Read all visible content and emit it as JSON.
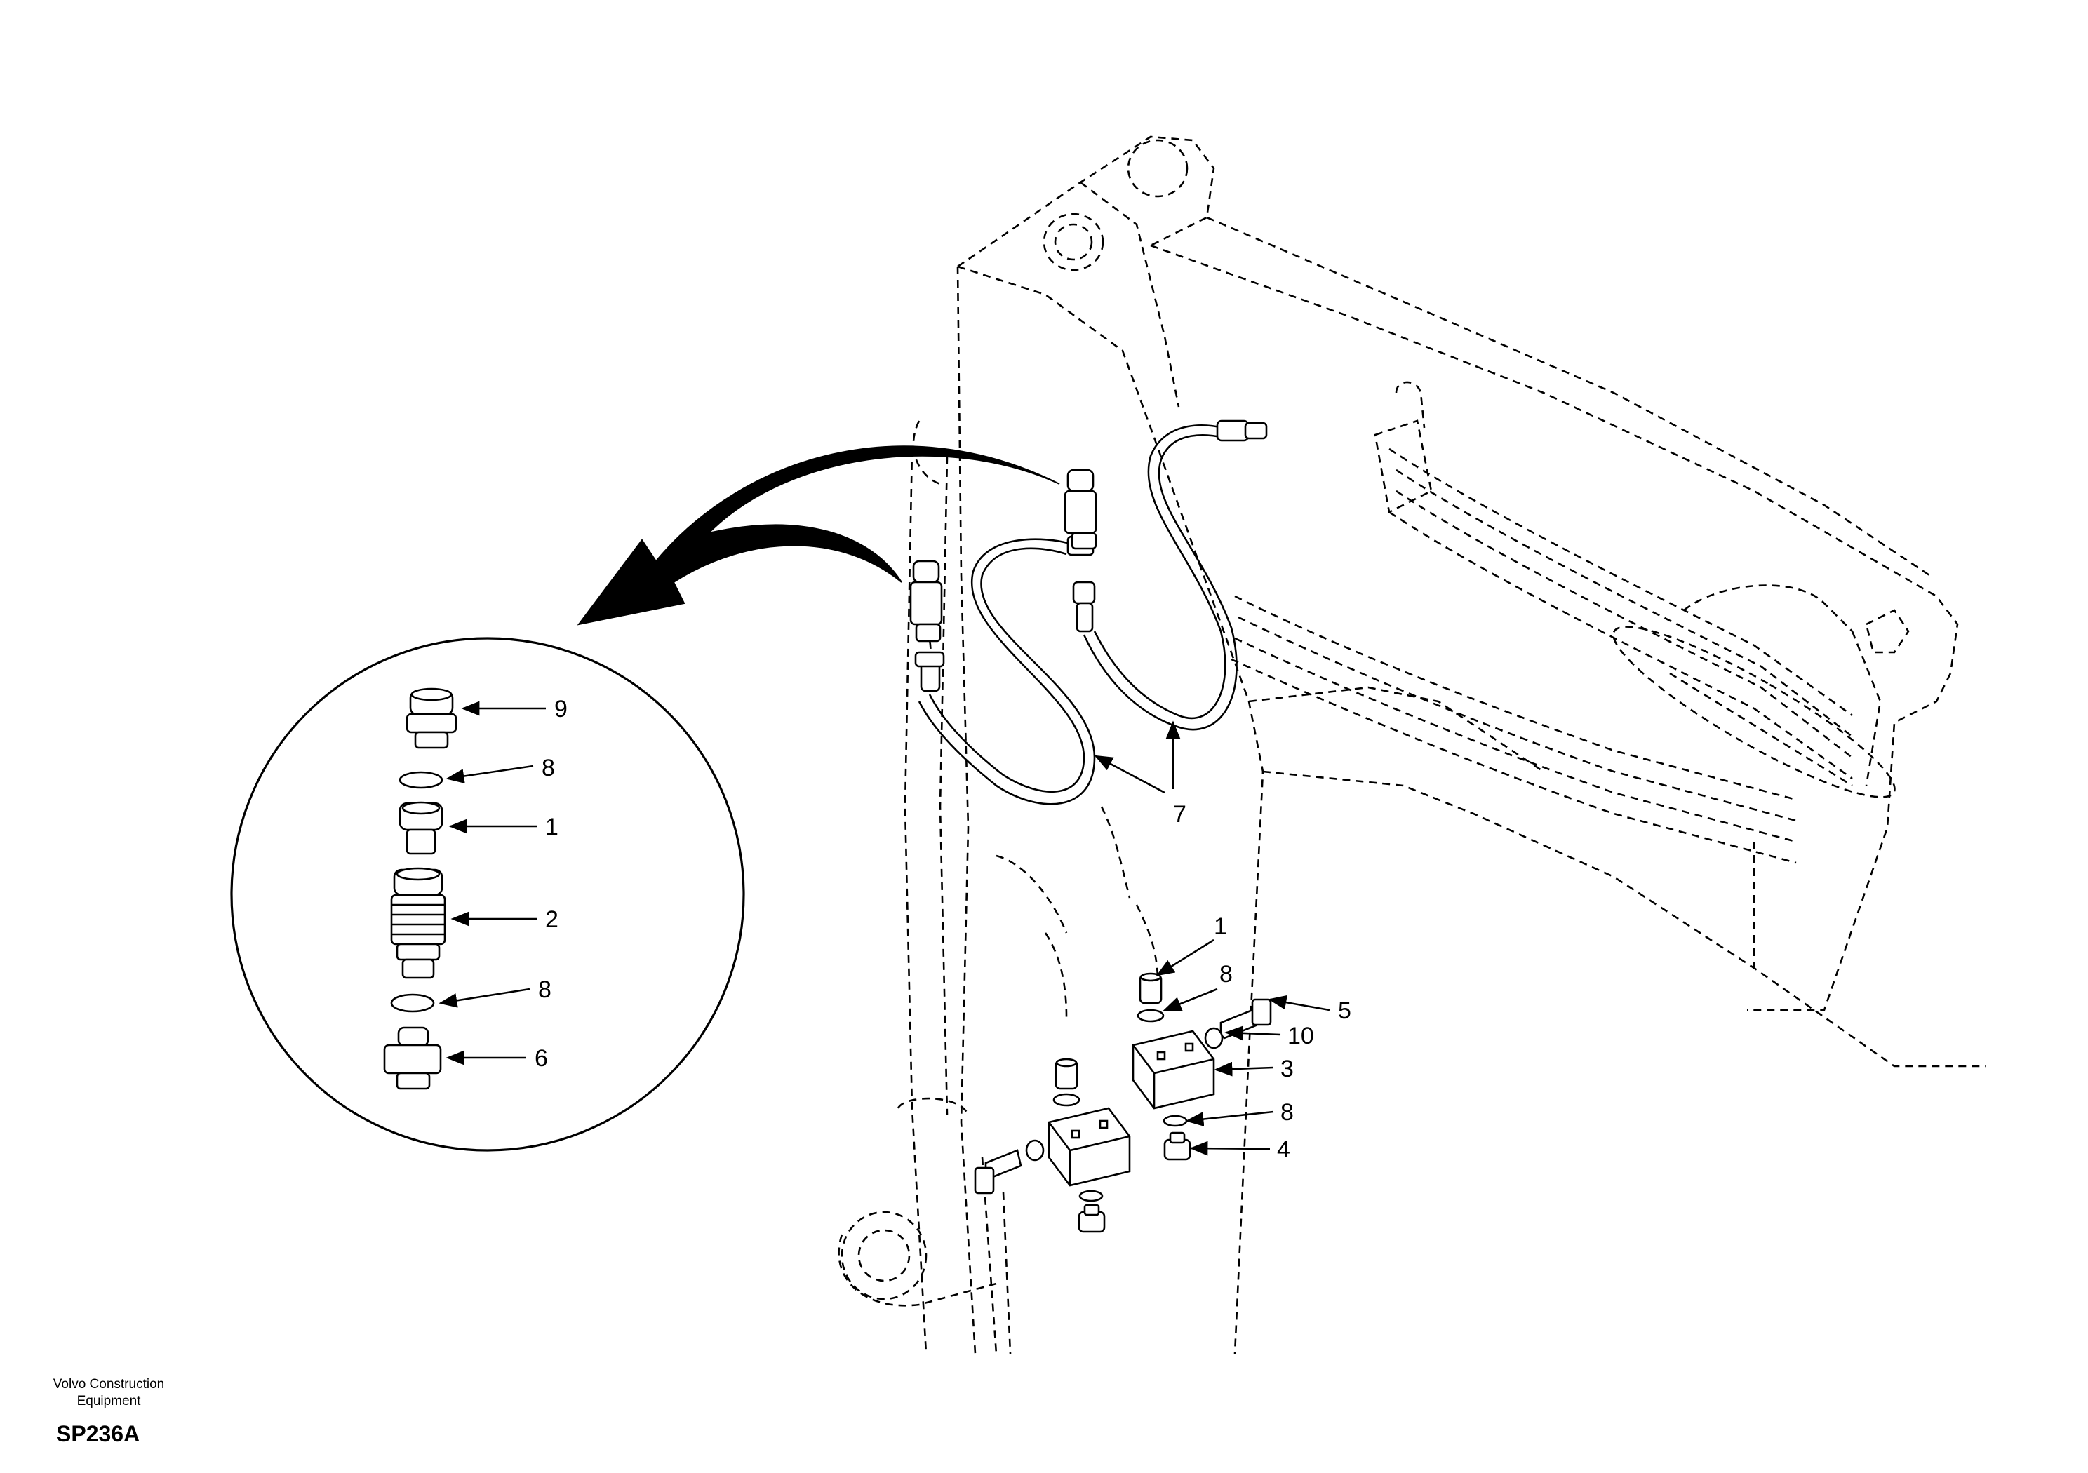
{
  "footer": {
    "company_line1": "Volvo Construction",
    "company_line2": "Equipment",
    "drawing_code": "SP236A"
  },
  "callouts": {
    "detail_9": "9",
    "detail_8_top": "8",
    "detail_1": "1",
    "detail_2": "2",
    "detail_8_bottom": "8",
    "detail_6": "6",
    "hose_7": "7",
    "main_1": "1",
    "main_8_top": "8",
    "main_5": "5",
    "main_10": "10",
    "main_3": "3",
    "main_8_bottom": "8",
    "main_4": "4"
  }
}
